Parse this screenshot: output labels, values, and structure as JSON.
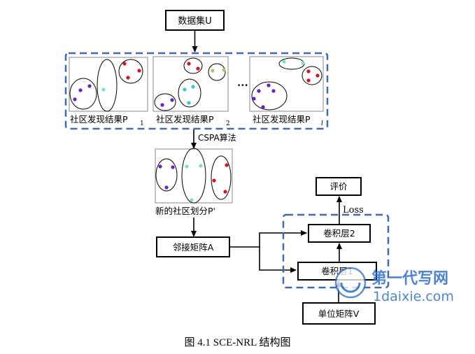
{
  "nodes": {
    "dataset": "数据集U",
    "panel1_label": "社区发现结果P",
    "panel1_sub": "1",
    "panel2_label": "社区发现结果P",
    "panel2_sub": "2",
    "panel3_label": "社区发现结果P",
    "panel3_sub": "l",
    "ellipsis": "···",
    "cspa_label": "CSPA算法",
    "new_partition": "新的社区划分P'",
    "adjacency": "邻接矩阵A",
    "evaluation": "评价",
    "loss": "Loss",
    "conv2": "卷积层2",
    "conv1": "卷积层1",
    "unit_matrix": "单位矩阵V"
  },
  "caption": "图 4.1 SCE-NRL 结构图",
  "watermark": {
    "brand": "第一代写网",
    "url": "1daixie.com"
  },
  "colors": {
    "dashed_blue": "#3a6ab8",
    "purple_dot": "#6a1fc8",
    "green_dot": "#7fe0b0",
    "red_dot": "#e01010",
    "olive_dot": "#b8c070",
    "teal_dot": "#33cccc",
    "watermark": "#2f6fd0"
  }
}
